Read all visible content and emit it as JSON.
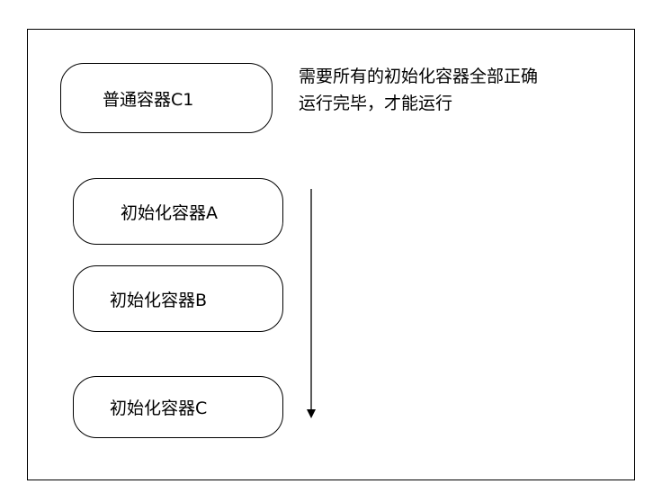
{
  "regular_container": {
    "label": "普通容器C1"
  },
  "init_containers": [
    {
      "label": "初始化容器A"
    },
    {
      "label": "初始化容器B"
    },
    {
      "label": "初始化容器C"
    }
  ],
  "note": {
    "line1": "需要所有的初始化容器全部正确",
    "line2": "运行完毕，才能运行"
  }
}
